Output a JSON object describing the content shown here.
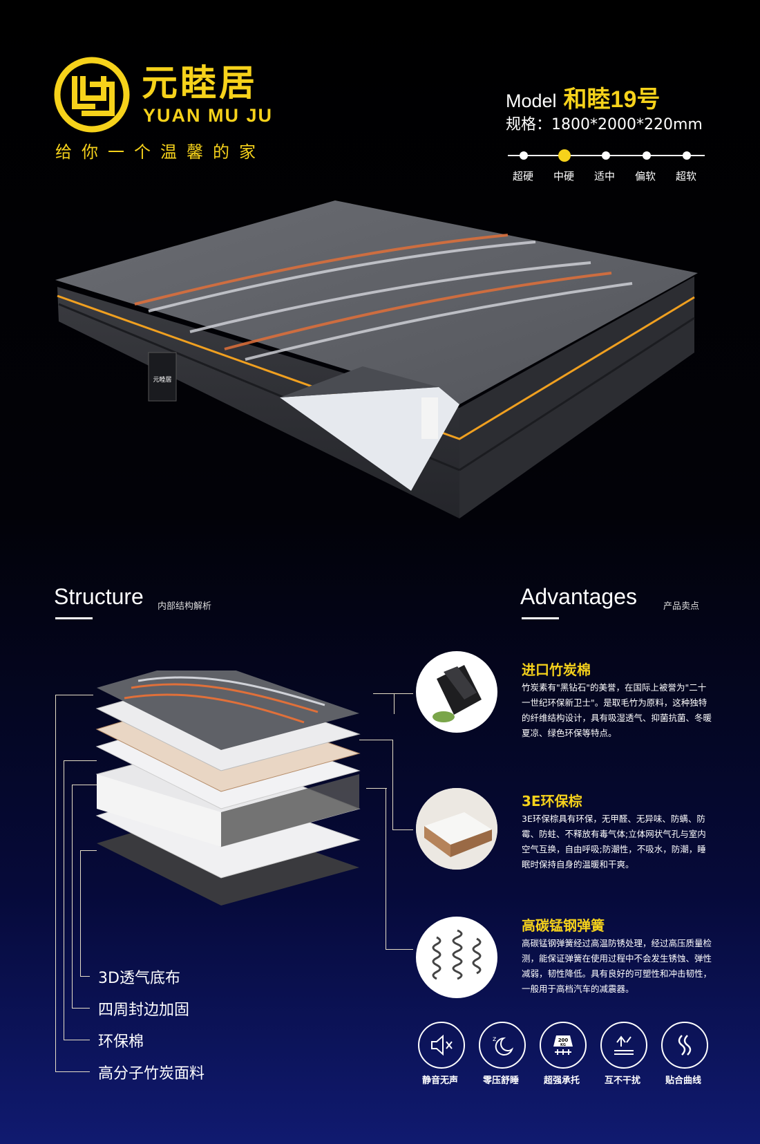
{
  "brand": {
    "name_cn": "元睦居",
    "name_en": "YUAN MU JU",
    "slogan": "给你一个温馨的家",
    "accent": "#f6d21b"
  },
  "product": {
    "model_label": "Model",
    "model_name": "和睦19号",
    "spec": "规格：1800*2000*220mm"
  },
  "firmness": {
    "options": [
      "超硬",
      "中硬",
      "适中",
      "偏软",
      "超软"
    ],
    "selected": 1
  },
  "structure": {
    "title": "Structure",
    "subtitle": "内部结构解析",
    "layers": [
      "3D透气底布",
      "四周封边加固",
      "环保棉",
      "高分子竹炭面料"
    ]
  },
  "advantages": {
    "title": "Advantages",
    "subtitle": "产品卖点",
    "items": [
      {
        "title": "进口竹炭棉",
        "desc": "竹炭素有\"黑钻石\"的美誉，在国际上被誉为\"二十一世纪环保新卫士\"。是取毛竹为原料，这种独特的纤维结构设计，具有吸湿透气、抑菌抗菌、冬暖夏凉、绿色环保等特点。"
      },
      {
        "title": "3E环保棕",
        "desc": "3E环保棕具有环保，无甲醛、无异味、防螨、防霉、防蛀、不释放有毒气体;立体网状气孔与室内空气互换，自由呼吸;防潮性，不吸水，防潮，睡眠时保持自身的温暖和干爽。"
      },
      {
        "title": "高碳锰钢弹簧",
        "desc": "高碳锰钢弹簧经过高温防锈处理，经过高压质量检测，能保证弹簧在使用过程中不会发生锈蚀、弹性减弱，韧性降低。具有良好的可塑性和冲击韧性，一般用于高档汽车的减震器。"
      }
    ]
  },
  "features": [
    {
      "label": "静音无声",
      "icon": "mute-speaker-icon"
    },
    {
      "label": "零压舒睡",
      "icon": "sleep-moon-icon"
    },
    {
      "label": "超强承托",
      "icon": "weight-200kg-icon",
      "badge": "200",
      "unit": "KG"
    },
    {
      "label": "互不干扰",
      "icon": "no-disturb-icon"
    },
    {
      "label": "贴合曲线",
      "icon": "curve-fit-icon"
    }
  ],
  "tag_text": "元睦居"
}
